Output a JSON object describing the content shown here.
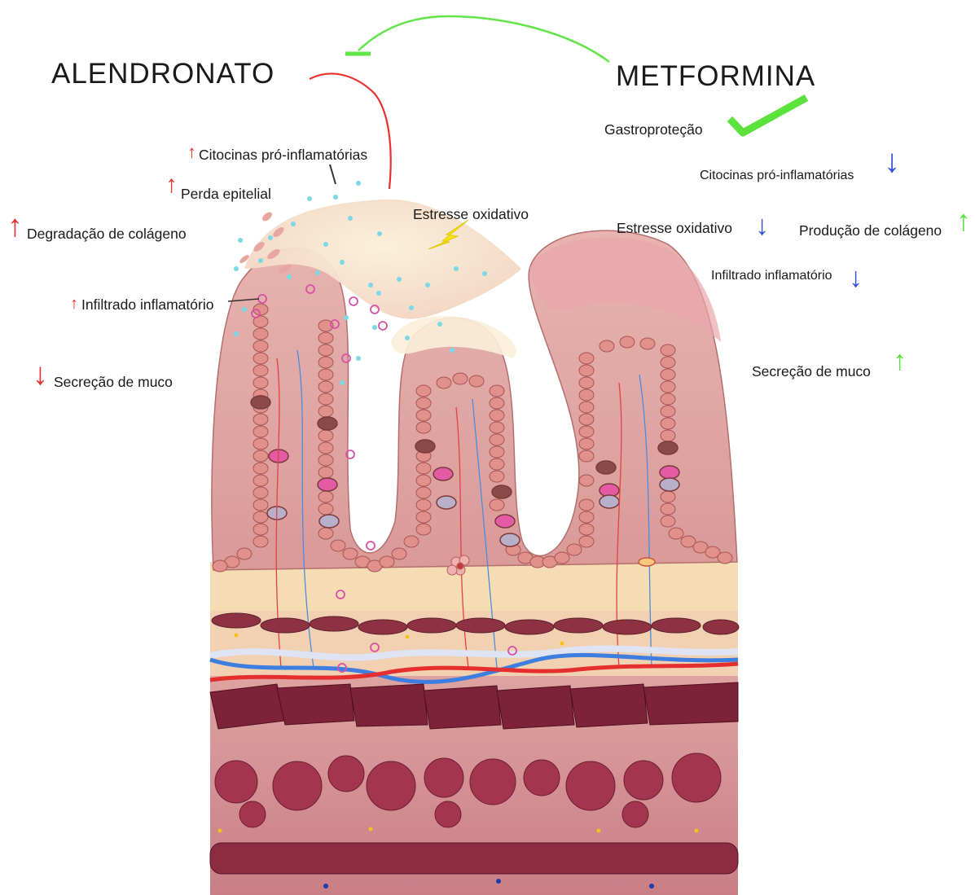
{
  "drugs": {
    "left": "ALENDRONATO",
    "right": "METFORMINA"
  },
  "center": {
    "oxidative_stress": "Estresse oxidativo"
  },
  "alendronato_effects": {
    "cytokines": "Citocinas pró-inflamatórias",
    "epithelial_loss": "Perda epitelial",
    "collagen_degradation": "Degradação de colágeno",
    "inflammatory_infiltrate": "Infiltrado inflamatório",
    "mucus_secretion": "Secreção de muco"
  },
  "metformina_effects": {
    "gastroprotection": "Gastroproteção",
    "cytokines": "Citocinas pró-inflamatórias",
    "oxidative_stress": "Estresse oxidativo",
    "collagen_production": "Produção de colágeno",
    "inflammatory_infiltrate": "Infiltrado inflamatório",
    "mucus_secretion": "Secreção de muco"
  },
  "colors": {
    "increase": "#e8312f",
    "decrease_blue": "#2e4fe0",
    "increase_green": "#55e23a",
    "inhibition_green": "#61e64a",
    "inhibition_red": "#e8312f",
    "lightning": "#f5e514"
  }
}
